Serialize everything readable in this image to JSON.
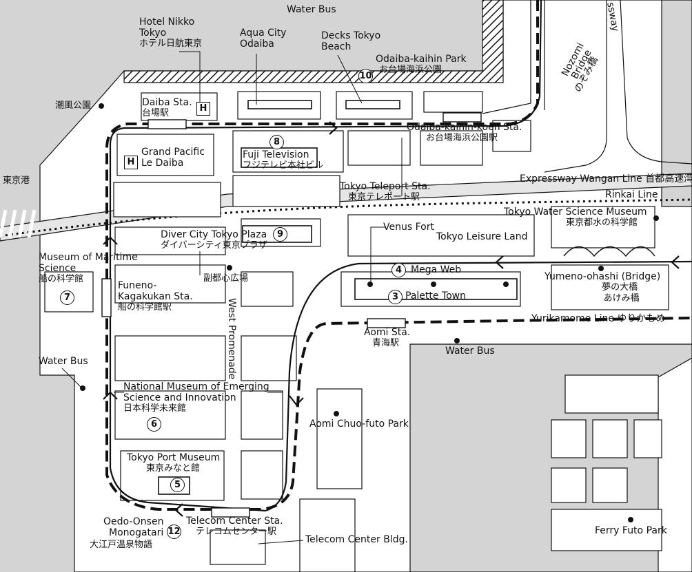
{
  "labels": {
    "water_bus_top": "Water Bus",
    "hotel_nikko": [
      "Hotel Nikko",
      "Tokyo",
      "ホテル日航東京"
    ],
    "aqua_city": [
      "Aqua City",
      "Odaiba"
    ],
    "decks": [
      "Decks Tokyo",
      "Beach"
    ],
    "odaiba_kaihin_park": [
      "Odaiba-kaihin Park",
      "お台場海浜公園"
    ],
    "nozomi_bridge": [
      "Nozomi",
      "Bridge",
      "のぞみ橋"
    ],
    "expressway_fragment": "ssway",
    "shiokaze_park": "潮風公園",
    "daiba_sta": [
      "Daiba Sta.",
      "台場駅"
    ],
    "odaiba_kaihin_koen_sta": [
      "Odaiba-kaihin-koen Sta.",
      "お台場海浜公園駅"
    ],
    "grand_pacific": [
      "Grand Pacific",
      "Le Daiba"
    ],
    "fuji_tv": [
      "Fuji Television",
      "フジテレビ本社ビル"
    ],
    "tokyo_port": "東京港",
    "expressway_wangan": "Expressway Wangan Line 首都高速湾",
    "rinkai_line": "Rinkai Line",
    "tokyo_teleport": [
      "Tokyo Teleport Sta.",
      "東京テレポート駅"
    ],
    "water_science_museum": [
      "Tokyo Water Science Museum",
      "東京都水の科学館"
    ],
    "venus_fort": "Venus Fort",
    "tokyo_leisure_land": "Tokyo Leisure Land",
    "diver_city": [
      "Diver City Tokyo Plaza",
      "ダイバーシティ東京プラザ"
    ],
    "museum_maritime": [
      "Museum of Maritime",
      "Science",
      "船の科学館"
    ],
    "fukutoshin_plaza": "副都心広場",
    "mega_web": "Mega Web",
    "palette_town": "Palette Town",
    "yumeno_ohashi": [
      "Yumeno-ohashi (Bridge)",
      "夢の大橋",
      "あけみ橋"
    ],
    "funeno_sta": [
      "Funeno-",
      "Kagakukan Sta.",
      "船の科学館駅"
    ],
    "west_promenade": "West Promenade",
    "yurikamome_line": "Yurikamome Line ゆりかもめ",
    "aomi_sta": [
      "Aomi Sta.",
      "青海駅"
    ],
    "water_bus_mid": "Water Bus",
    "water_bus_left": "Water Bus",
    "miraikan": [
      "National Museum of Emerging",
      "Science and Innovation",
      "日本科学未来館"
    ],
    "aomi_chuo_futo_park": "Aomi Chuo-futo Park",
    "port_museum": [
      "Tokyo Port Museum",
      "東京みなと館"
    ],
    "oedo_onsen": [
      "Oedo-Onsen",
      "Monogatari",
      "大江戸温泉物語"
    ],
    "telecom_center_sta": [
      "Telecom Center Sta.",
      "テレコムセンター駅"
    ],
    "telecom_bldg": "Telecom Center Bldg.",
    "ferry_futo_park": "Ferry Futo Park"
  },
  "numbers": {
    "n3": "3",
    "n4": "4",
    "n5": "5",
    "n6": "6",
    "n7": "7",
    "n8": "8",
    "n9": "9",
    "n10": "10",
    "n12": "12"
  },
  "icons": {
    "hotel": "H"
  },
  "colors": {
    "land": "#ffffff",
    "water": "#d4d4d4",
    "line": "#111111"
  }
}
